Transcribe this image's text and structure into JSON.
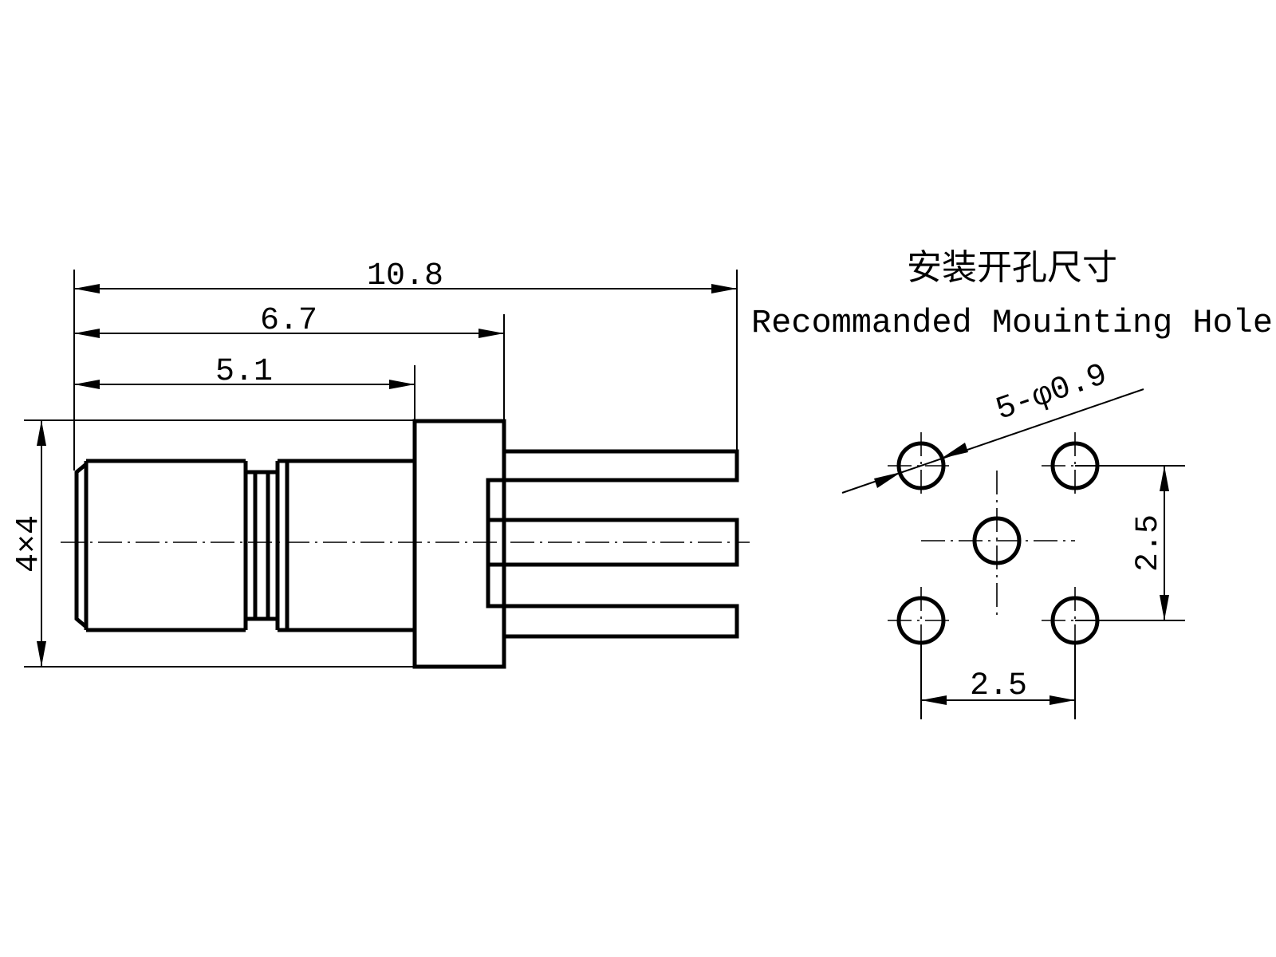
{
  "side_view": {
    "dimensions": {
      "overall_length": "10.8",
      "flange_position": "6.7",
      "body_length": "5.1",
      "flange_size": "4×4"
    }
  },
  "mounting_hole": {
    "title_cn": "安装开孔尺寸",
    "title_en": "Recommanded Mouinting Hole",
    "hole_callout": "5-φ0.9",
    "pitch_vertical": "2.5",
    "pitch_horizontal": "2.5"
  }
}
